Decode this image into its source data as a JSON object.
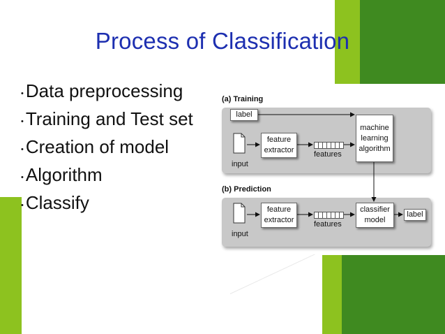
{
  "title": "Process of Classification",
  "bullets": [
    "Data preprocessing",
    "Training and Test set",
    "Creation of model",
    "Algorithm",
    "Classify"
  ],
  "diagram": {
    "training_heading": "(a) Training",
    "prediction_heading": "(b) Prediction",
    "label_box": "label",
    "feature_extractor": "feature extractor",
    "features": "features",
    "input": "input",
    "ml_algorithm": "machine learning algorithm",
    "classifier_model": "classifier model",
    "output_label": "label"
  },
  "colors": {
    "title": "#1d2fb0",
    "green_light": "#8dc21f",
    "green_dark": "#3f8a20",
    "panel": "#c8c8c8"
  }
}
